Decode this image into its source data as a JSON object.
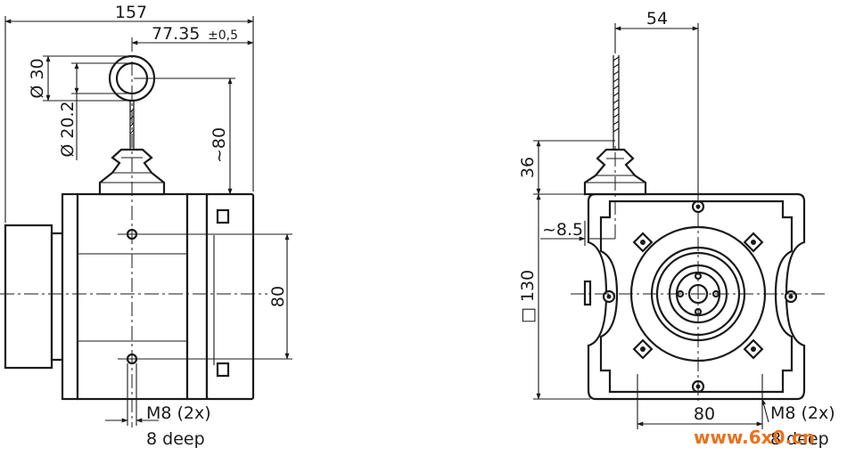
{
  "side_view": {
    "dim_total_length": "157",
    "dim_ring_offset": "77.35",
    "dim_ring_offset_tol": "±0,5",
    "dim_ring_outer": "Ø 30",
    "dim_ring_inner": "Ø 20.2",
    "dim_cable_height": "~80",
    "dim_hole_spacing": "80",
    "thread_label": "M8 (2x)",
    "depth_label": "8 deep"
  },
  "front_view": {
    "dim_outlet_width": "54",
    "dim_outlet_height": "36",
    "dim_outlet_offset": "~8.5",
    "dim_square_size": "□ 130",
    "dim_hole_spacing": "80",
    "thread_label": "M8 (2x)",
    "depth_label": "8 deep"
  },
  "watermark": "www.6x0.cn"
}
